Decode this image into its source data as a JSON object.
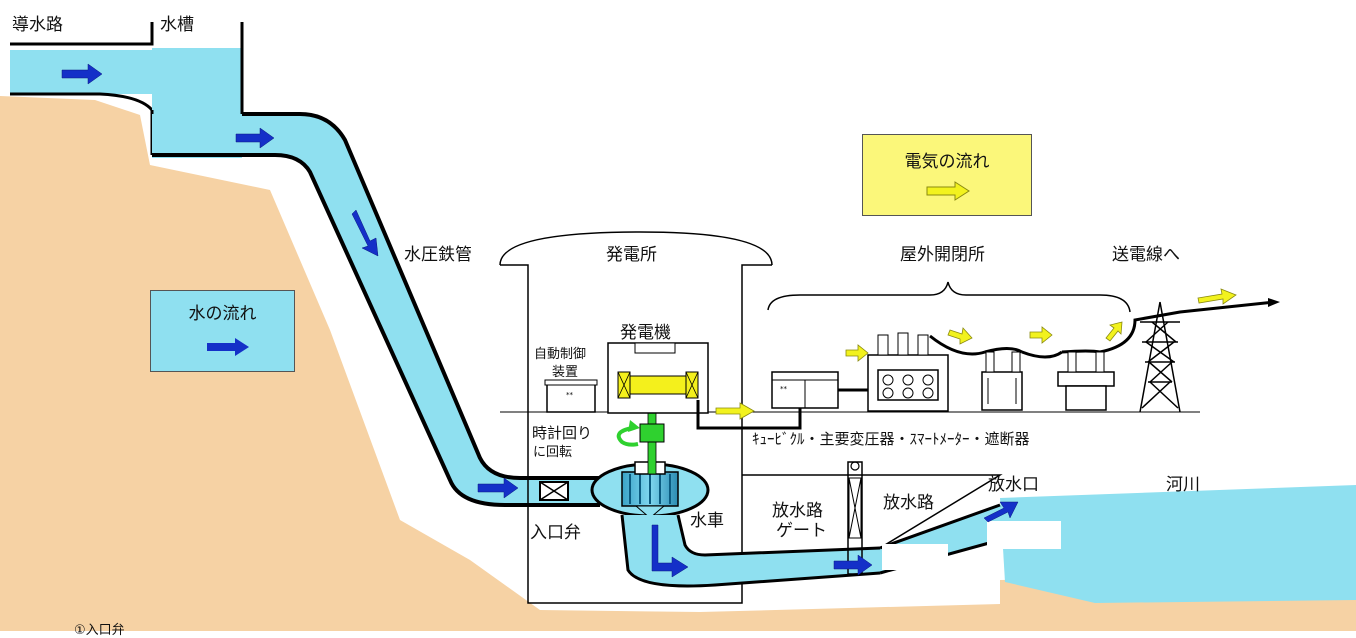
{
  "labels": {
    "intake_channel": "導水路",
    "head_tank": "水槽",
    "penstock": "水圧鉄管",
    "power_house": "発電所",
    "generator": "発電機",
    "auto_control": "自動制御",
    "auto_control_2": "装置",
    "rotation": "時計回り",
    "rotation_2": "に回転",
    "inlet_valve": "入口弁",
    "turbine": "水車",
    "tailrace_gate": "放水路",
    "tailrace_gate_2": "ゲート",
    "tailrace": "放水路",
    "outlet": "放水口",
    "river": "河川",
    "outdoor_switchyard": "屋外開閉所",
    "to_transmission": "送電線へ",
    "equipment_list": "ｷｭｰﾋﾞｸﾙ・主要変圧器・ｽﾏｰﾄﾒｰﾀｰ・遮断器",
    "bottom_note": "①入口弁"
  },
  "legend": {
    "water_flow": "水の流れ",
    "electricity_flow": "電気の流れ"
  },
  "colors": {
    "water": "#8fe0f0",
    "ground": "#f6d2a4",
    "water_arrow": "#1430c8",
    "electric_arrow": "#f2f21e",
    "shaft": "#2fd12f",
    "generator_coil": "#f4f01c",
    "legend_electric_bg": "#fbf77a",
    "legend_water_bg": "#8fe0f0"
  }
}
